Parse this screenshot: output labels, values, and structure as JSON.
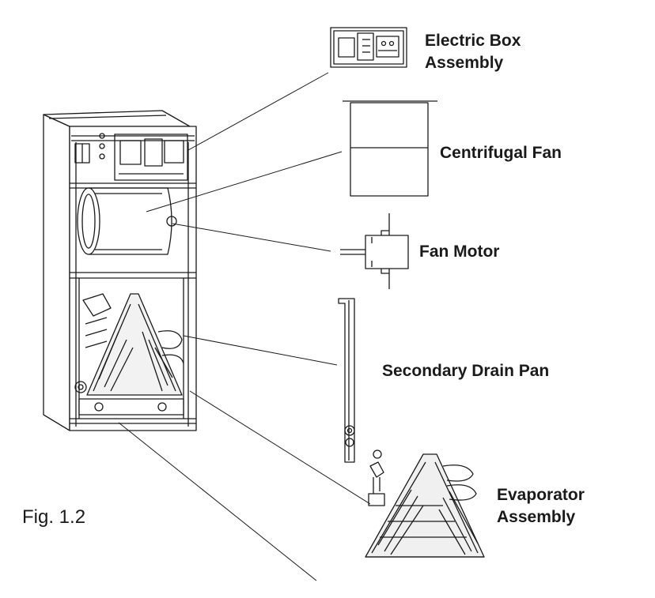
{
  "figure": {
    "caption": "Fig. 1.2",
    "parts": {
      "electric_box": {
        "line1": "Electric Box",
        "line2": "Assembly"
      },
      "centrifugal_fan": "Centrifugal Fan",
      "fan_motor": "Fan Motor",
      "secondary_drain_pan": "Secondary Drain Pan",
      "evaporator": {
        "line1": "Evaporator",
        "line2": "Assembly"
      }
    }
  },
  "colors": {
    "line": "#1a1a1a",
    "fill": "#ffffff",
    "shade": "#f0f0f0"
  }
}
